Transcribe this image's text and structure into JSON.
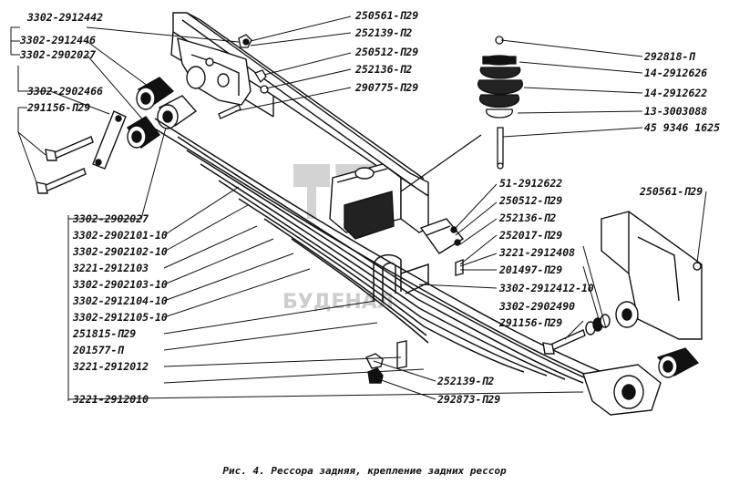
{
  "figure": {
    "caption": "Рис. 4. Рессора задняя, крепление задних рессор",
    "watermark": "БУДЕНАЛ"
  },
  "labels": {
    "l_3302_2912442": "3302-2912442",
    "l_3302_2912446": "3302-2912446",
    "l_3302_2902027_top": "3302-2902027",
    "l_3302_2902466": "3302-2902466",
    "l_291156_p29_left": "291156-П29",
    "l_250561_p29_top": "250561-П29",
    "l_252139_p2_top": "252139-П2",
    "l_250512_p29_top": "250512-П29",
    "l_252136_p2_top": "252136-П2",
    "l_290775_p29": "290775-П29",
    "l_292818_p": "292818-П",
    "l_14_2912626": "14-2912626",
    "l_14_2912622": "14-2912622",
    "l_13_3003088": "13-3003088",
    "l_45_9346_1625": "45 9346 1625",
    "l_250561_p29_right": "250561-П29",
    "l_51_2912622": "51-2912622",
    "l_250512_p29_mid": "250512-П29",
    "l_252136_p2_mid": "252136-П2",
    "l_252017_p29": "252017-П29",
    "l_3221_2912408": "3221-2912408",
    "l_201497_p29": "201497-П29",
    "l_3302_2912412_10": "3302-2912412-10",
    "l_3302_2902490": "3302-2902490",
    "l_291156_p29_right": "291156-П29",
    "l_3302_2902027_left": "3302-2902027",
    "l_3302_2902101_10": "3302-2902101-10",
    "l_3302_2902102_10": "3302-2902102-10",
    "l_3221_2912103": "3221-2912103",
    "l_3302_2902103_10": "3302-2902103-10",
    "l_3302_2912104_10": "3302-2912104-10",
    "l_3302_2912105_10": "3302-2912105-10",
    "l_251815_p29": "251815-П29",
    "l_201577_p": "201577-П",
    "l_3221_2912012": "3221-2912012",
    "l_3221_2912010": "3221-2912010",
    "l_252139_p2_bottom": "252139-П2",
    "l_292873_p29": "292873-П29"
  },
  "colors": {
    "ink": "#111111",
    "paper": "#ffffff",
    "watermark": "#c8c8c8"
  }
}
